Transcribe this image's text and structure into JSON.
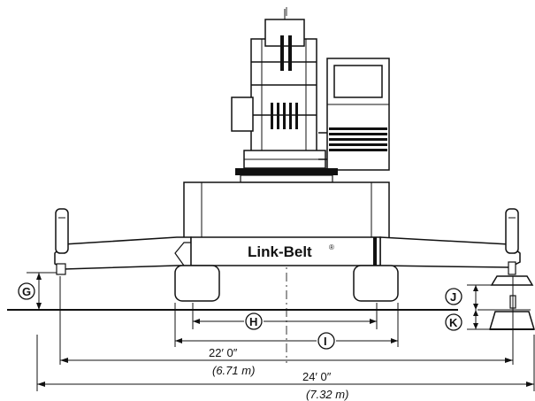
{
  "brand": {
    "name": "Link-Belt",
    "mark": "®"
  },
  "labels": {
    "g": "G",
    "h": "H",
    "i": "I",
    "j": "J",
    "k": "K"
  },
  "dimensions": {
    "inner_ft": "22′ 0″",
    "inner_m": "(6.71 m)",
    "outer_ft": "24′ 0″",
    "outer_m": "(7.32 m)"
  }
}
